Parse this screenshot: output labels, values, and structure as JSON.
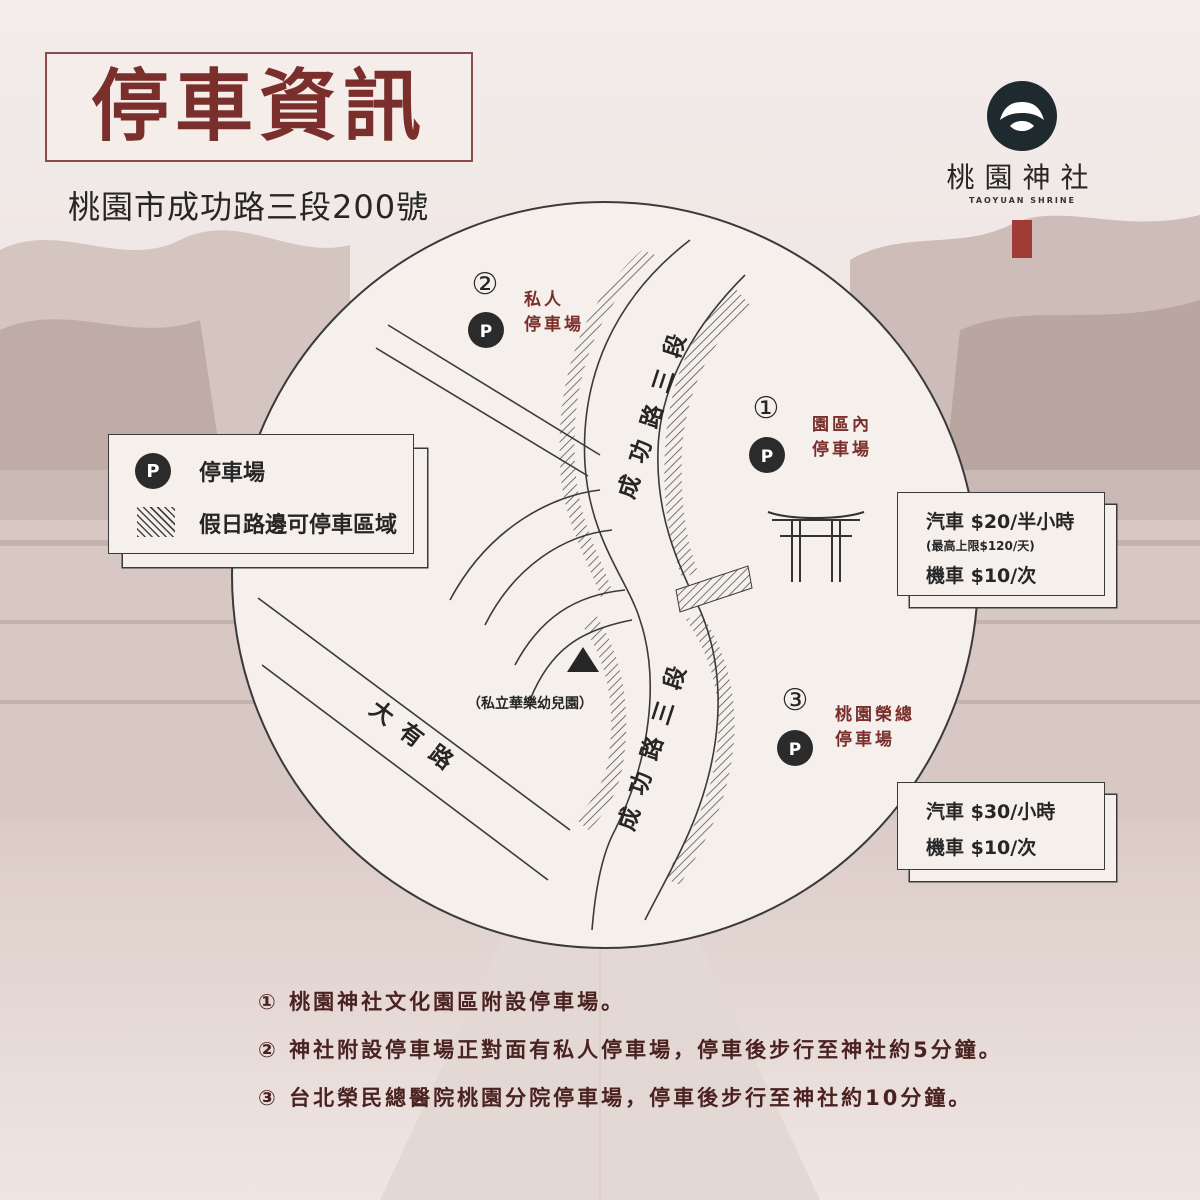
{
  "title": "停車資訊",
  "address": "桃園市成功路三段200號",
  "logo": {
    "name": "桃園神社",
    "subtitle": "TAOYUAN SHRINE"
  },
  "legend": {
    "parking_symbol": "P",
    "parking_label": "停車場",
    "roadside_label": "假日路邊可停車區域"
  },
  "map": {
    "main_road_upper": "成功路三段",
    "main_road_lower": "成功路三段",
    "side_road": "大有路",
    "kindergarten": "（私立華樂幼兒園）",
    "lots": [
      {
        "number": "①",
        "symbol": "P",
        "line1": "園區內",
        "line2": "停車場"
      },
      {
        "number": "②",
        "symbol": "P",
        "line1": "私人",
        "line2": "停車場"
      },
      {
        "number": "③",
        "symbol": "P",
        "line1": "桃園榮總",
        "line2": "停車場"
      }
    ]
  },
  "pricing": [
    {
      "car": "汽車 $20/半小時",
      "cap": "(最高上限$120/天)",
      "motorcycle": "機車 $10/次"
    },
    {
      "car": "汽車 $30/小時",
      "motorcycle": "機車 $10/次"
    }
  ],
  "notes": [
    "① 桃園神社文化園區附設停車場。",
    "② 神社附設停車場正對面有私人停車場，停車後步行至神社約5分鐘。",
    "③ 台北榮民總醫院桃園分院停車場，停車後步行至神社約10分鐘。"
  ]
}
